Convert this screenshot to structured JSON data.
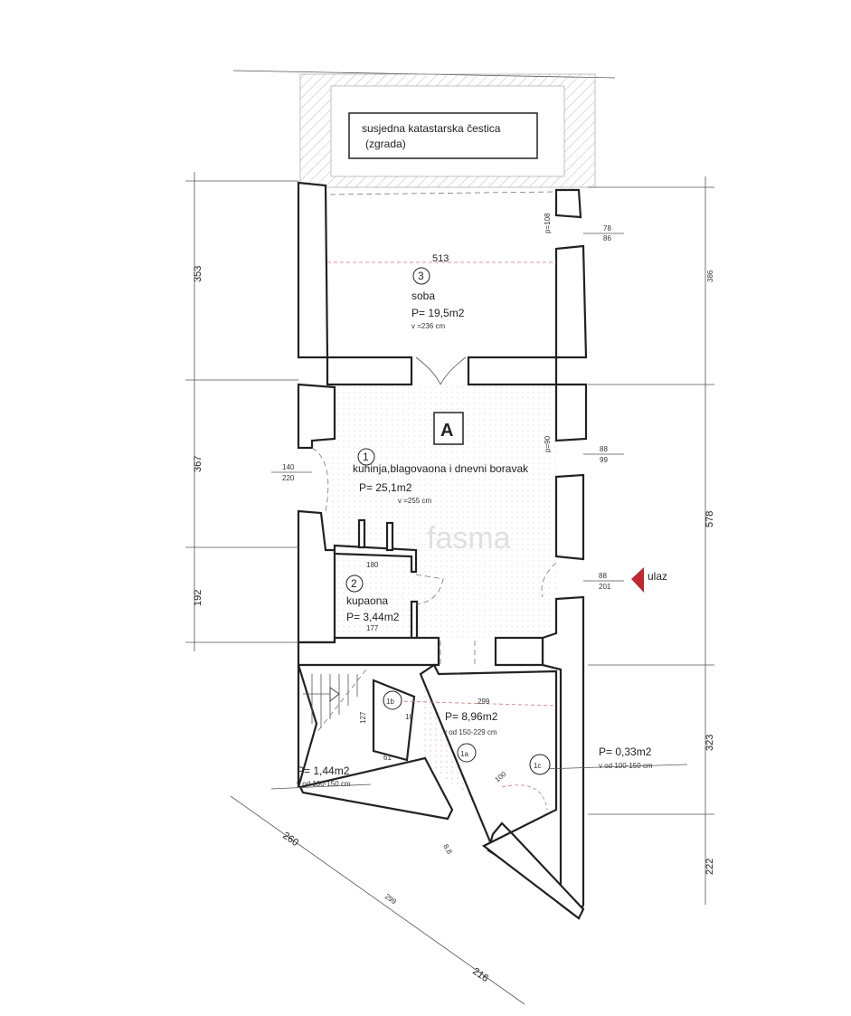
{
  "neighbor": {
    "line1": "susjedna katastarska čestica",
    "line2": "(zgrada)"
  },
  "unit_label": "A",
  "rooms": {
    "r3": {
      "num": "3",
      "name": "soba",
      "area": "P= 19,5m2",
      "height": "v =236 cm",
      "width": "513"
    },
    "r1": {
      "num": "1",
      "name": "kuhinja,blagovaona i dnevni boravak",
      "area": "P= 25,1m2",
      "height": "v =255 cm"
    },
    "r2": {
      "num": "2",
      "name": "kupaona",
      "area": "P= 3,44m2",
      "dim_top": "180",
      "dim_bottom": "177"
    },
    "r1a": {
      "num": "1a",
      "area": "P= 8,96m2",
      "height": "v od 150-229 cm",
      "dim_top": "299",
      "radius": "100"
    },
    "r1b": {
      "num": "1b",
      "dim_side": "127",
      "dim_bottom": "61",
      "dim_small": "10"
    },
    "r1c": {
      "num": "1c"
    },
    "stairs_area": {
      "area": "P= 1,44m2",
      "height": "v od 100-150 cm"
    },
    "outside_area": {
      "area": "P= 0,33m2",
      "height": "v od 100-150 cm"
    }
  },
  "openings": {
    "w1": "p=108",
    "w1_dims": [
      "78",
      "86"
    ],
    "w2": "p=90",
    "w2_dims": [
      "88",
      "99"
    ],
    "door_left": [
      "140",
      "220"
    ],
    "entry": [
      "88",
      "201"
    ],
    "bottom_door": "8,8"
  },
  "entrance": {
    "label": "ulaz",
    "color": "#c0282d"
  },
  "dims_left": [
    "353",
    "367",
    "192"
  ],
  "dims_right": [
    "386",
    "578",
    "323",
    "222"
  ],
  "dims_diagonal": [
    "260",
    "299",
    "216"
  ],
  "watermark": "fasma"
}
